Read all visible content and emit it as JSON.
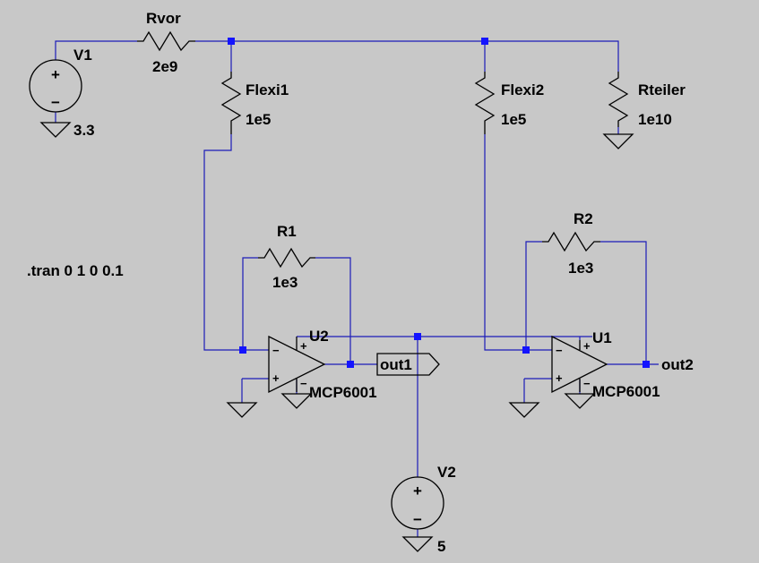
{
  "directive": ".tran 0 1 0 0.1",
  "components": {
    "v1": {
      "name": "V1",
      "value": "3.3"
    },
    "v2": {
      "name": "V2",
      "value": "5"
    },
    "rvor": {
      "name": "Rvor",
      "value": "2e9"
    },
    "flexi1": {
      "name": "Flexi1",
      "value": "1e5"
    },
    "flexi2": {
      "name": "Flexi2",
      "value": "1e5"
    },
    "rteiler": {
      "name": "Rteiler",
      "value": "1e10"
    },
    "r1": {
      "name": "R1",
      "value": "1e3"
    },
    "r2": {
      "name": "R2",
      "value": "1e3"
    },
    "u2": {
      "name": "U2",
      "value": "MCP6001"
    },
    "u1": {
      "name": "U1",
      "value": "MCP6001"
    }
  },
  "nets": {
    "out1": "out1",
    "out2": "out2"
  },
  "symbols": {
    "plus": "+",
    "minus": "−"
  },
  "colors": {
    "background": "#c8c8c8",
    "wire": "#1c1cb8",
    "junction": "#1414ff",
    "component": "#000000"
  }
}
